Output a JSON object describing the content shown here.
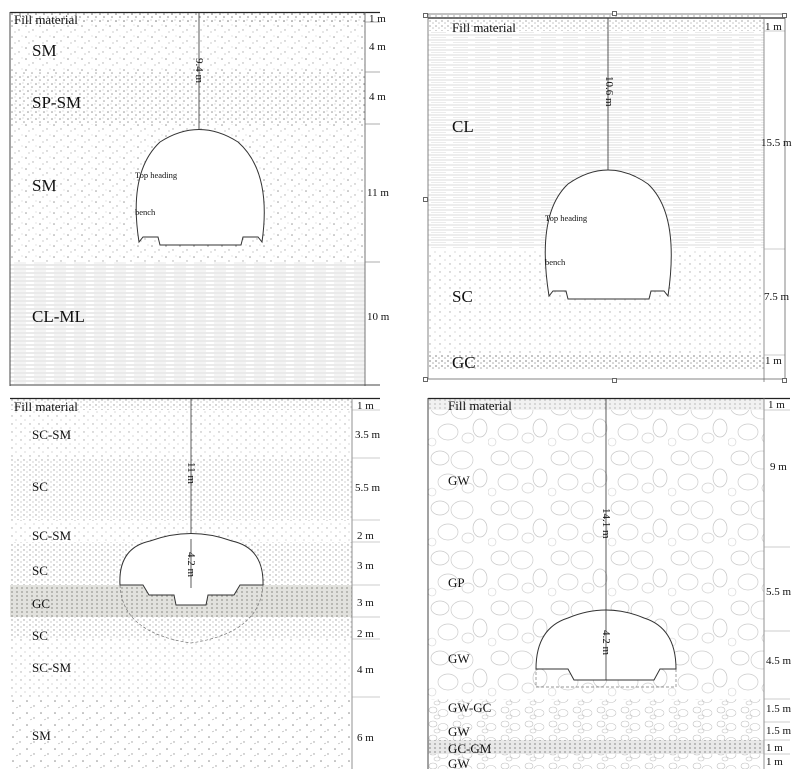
{
  "panel_a": {
    "layers": [
      {
        "name": "Fill material",
        "thickness": "1 m"
      },
      {
        "name": "SM",
        "thickness": "4 m"
      },
      {
        "name": "SP-SM",
        "thickness": "4 m"
      },
      {
        "name": "SM",
        "thickness": "11 m"
      },
      {
        "name": "CL-ML",
        "thickness": "10 m"
      }
    ],
    "depth_label": "9.4 m",
    "top_heading": "Top heading",
    "bench": "bench"
  },
  "panel_b": {
    "layers": [
      {
        "name": "Fill material",
        "thickness": "1 m"
      },
      {
        "name": "CL",
        "thickness": "15.5 m"
      },
      {
        "name": "SC",
        "thickness": "7.5 m"
      },
      {
        "name": "GC",
        "thickness": "1 m"
      }
    ],
    "depth_label": "10.6 m",
    "top_heading": "Top heading",
    "bench": "bench"
  },
  "panel_c": {
    "layers": [
      {
        "name": "Fill material",
        "thickness": "1 m"
      },
      {
        "name": "SC-SM",
        "thickness": "3.5 m"
      },
      {
        "name": "SC",
        "thickness": "5.5 m"
      },
      {
        "name": "SC-SM",
        "thickness": "2 m"
      },
      {
        "name": "SC",
        "thickness": "3 m"
      },
      {
        "name": "GC",
        "thickness": "3 m"
      },
      {
        "name": "SC",
        "thickness": "2 m"
      },
      {
        "name": "SC-SM",
        "thickness": "4 m"
      },
      {
        "name": "SM",
        "thickness": "6 m"
      }
    ],
    "depth_label": "11 m",
    "height_label": "4.2 m"
  },
  "panel_d": {
    "layers": [
      {
        "name": "Fill material",
        "thickness": "1 m"
      },
      {
        "name": "GW",
        "thickness": "9 m"
      },
      {
        "name": "GP",
        "thickness": "5.5 m"
      },
      {
        "name": "GW",
        "thickness": "4.5 m"
      },
      {
        "name": "GW-GC",
        "thickness": "1.5 m"
      },
      {
        "name": "GW",
        "thickness": "1.5 m"
      },
      {
        "name": "GC-GM",
        "thickness": "1 m"
      },
      {
        "name": "GW",
        "thickness": "1 m"
      }
    ],
    "depth_label": "14.1 m",
    "height_label": "4.2 m"
  }
}
